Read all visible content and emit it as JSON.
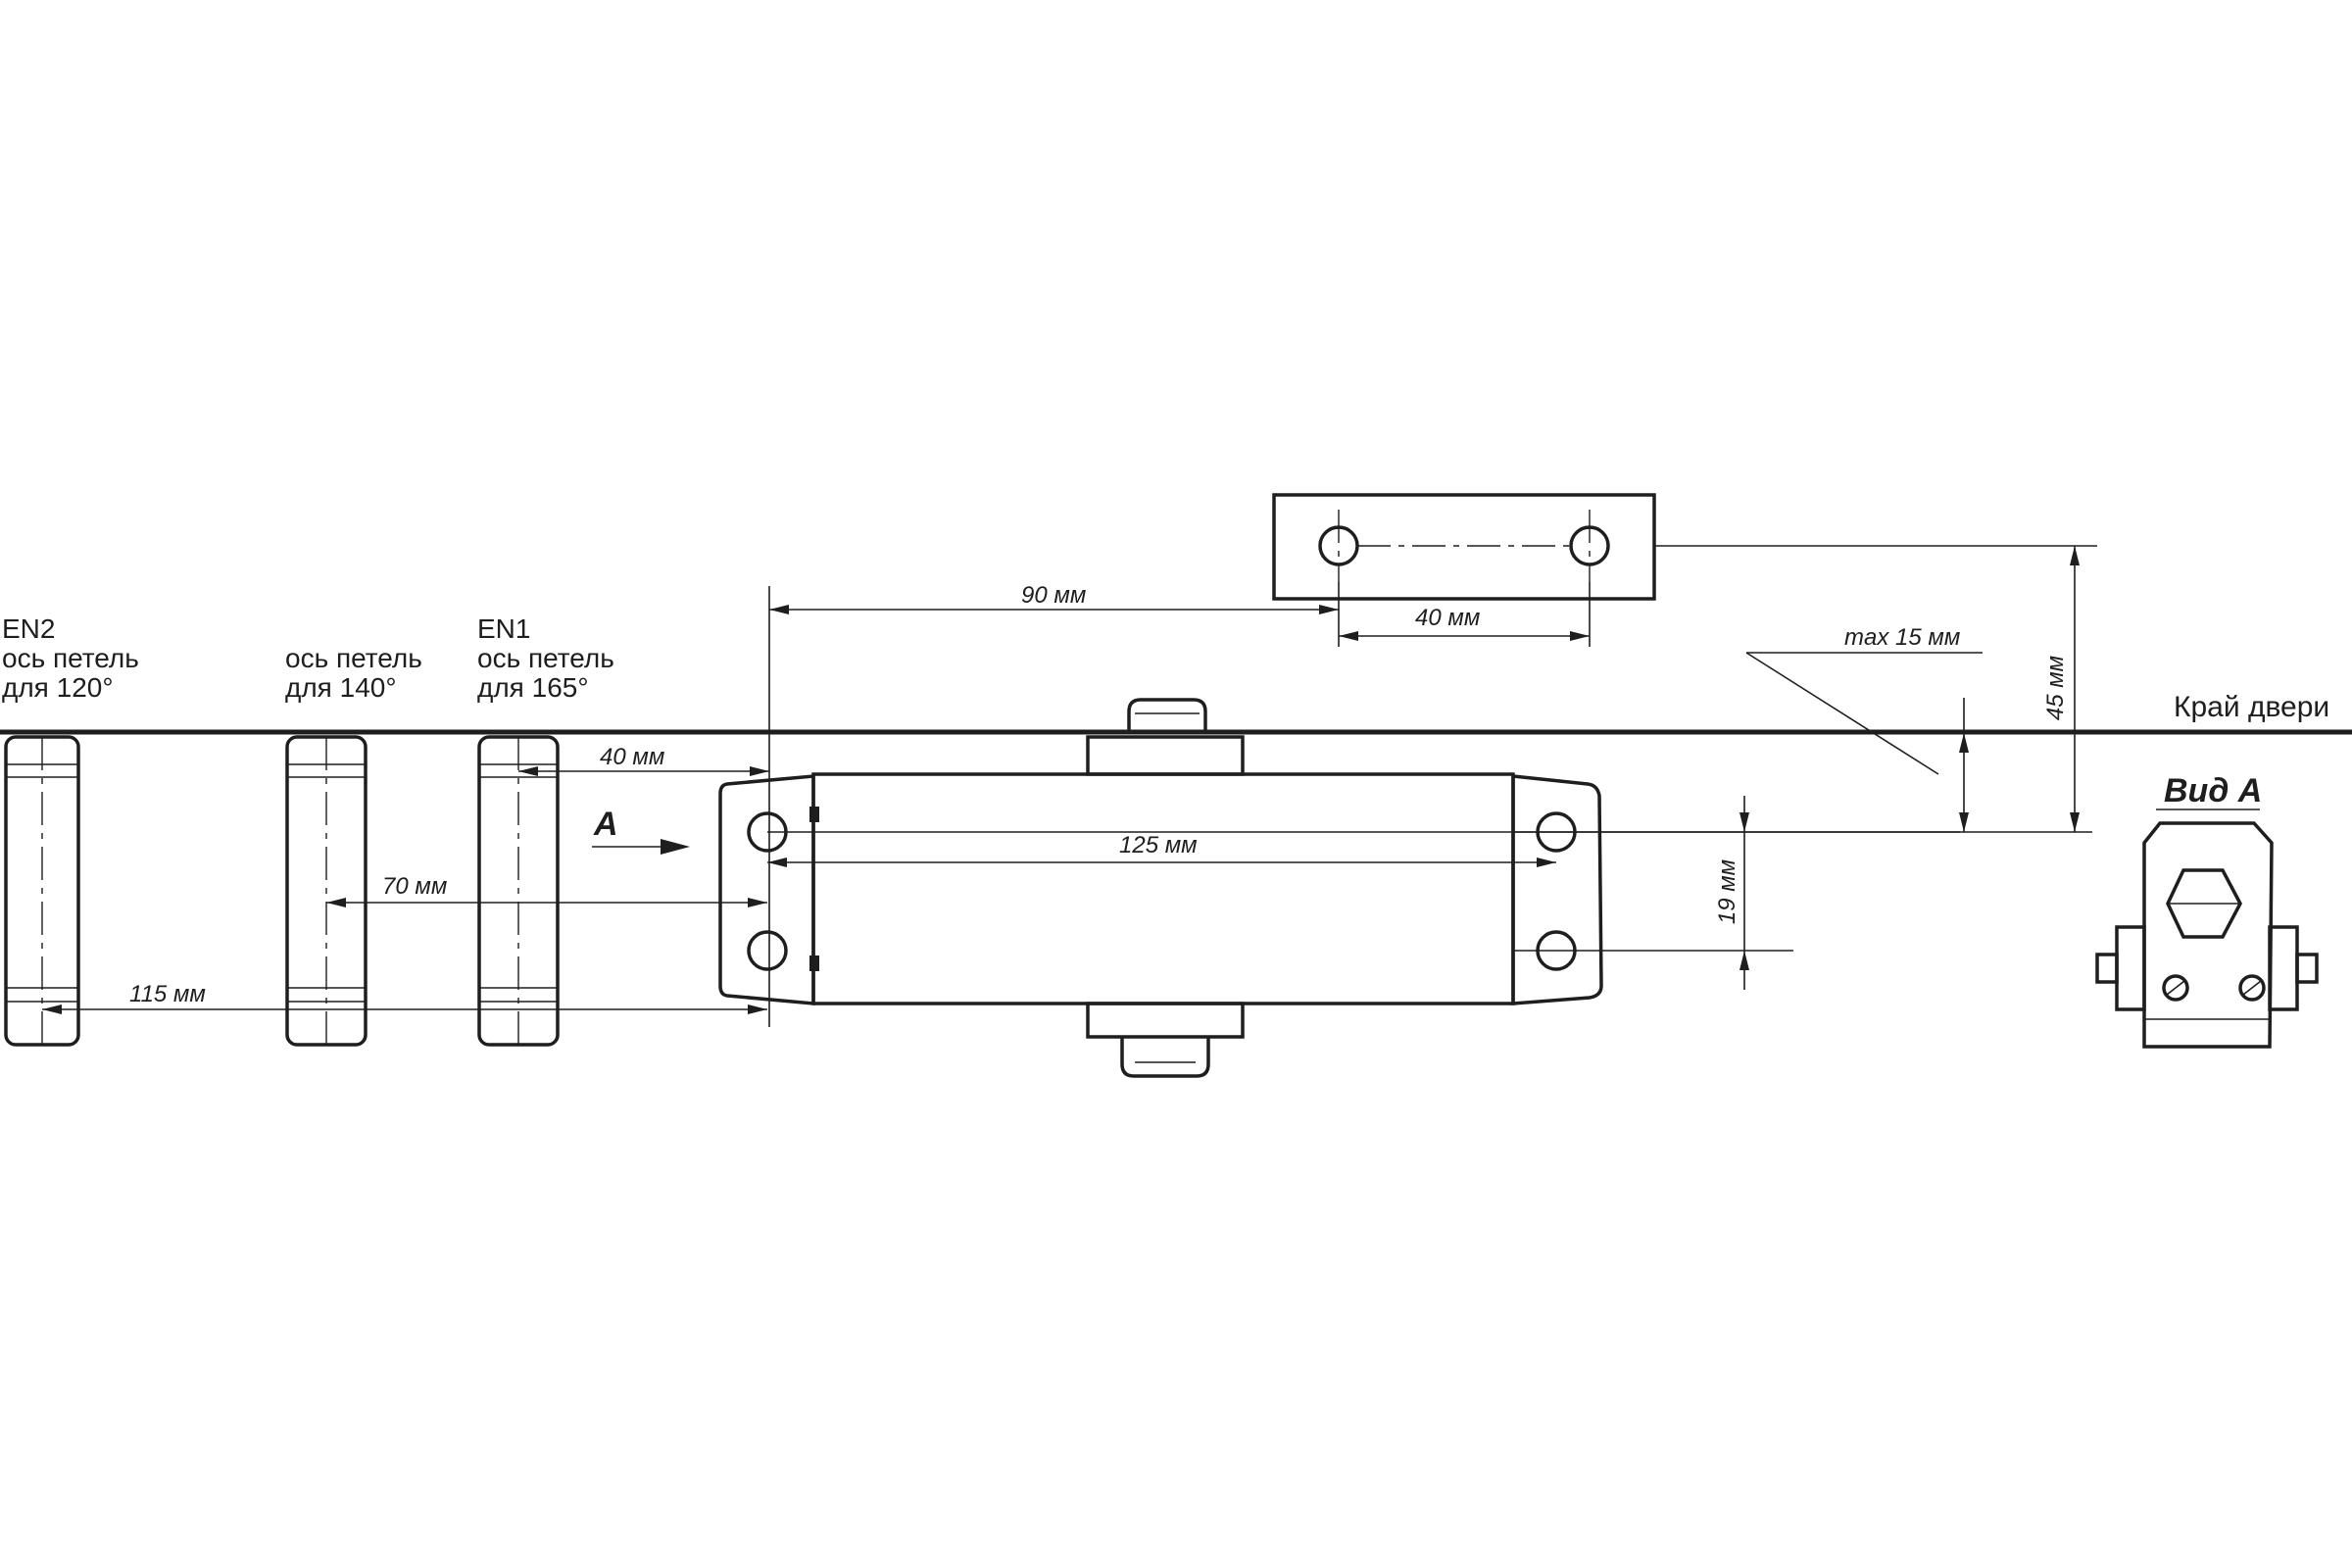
{
  "hinge_labels": {
    "en2": {
      "model": "EN2",
      "axis": "ось петель",
      "angle": "для 120°"
    },
    "p140": {
      "axis": "ось петель",
      "angle": "для 140°"
    },
    "en1": {
      "model": "EN1",
      "axis": "ось петель",
      "angle": "для 165°"
    }
  },
  "door_edge_label": "Край двери",
  "view_label": "Вид А",
  "view_arrow_label": "А",
  "dimensions": {
    "bracket_offset": "90 мм",
    "bracket_holes": "40 мм",
    "max_gap": "max 15 мм",
    "bracket_height": "45 мм",
    "hinge_to_body": "40 мм",
    "body_holes": "125 мм",
    "en1_offset": "70 мм",
    "en2_offset": "115 мм",
    "hole_spacing": "19 мм"
  },
  "colors": {
    "line": "#1e1e1e",
    "background": "#ffffff"
  }
}
